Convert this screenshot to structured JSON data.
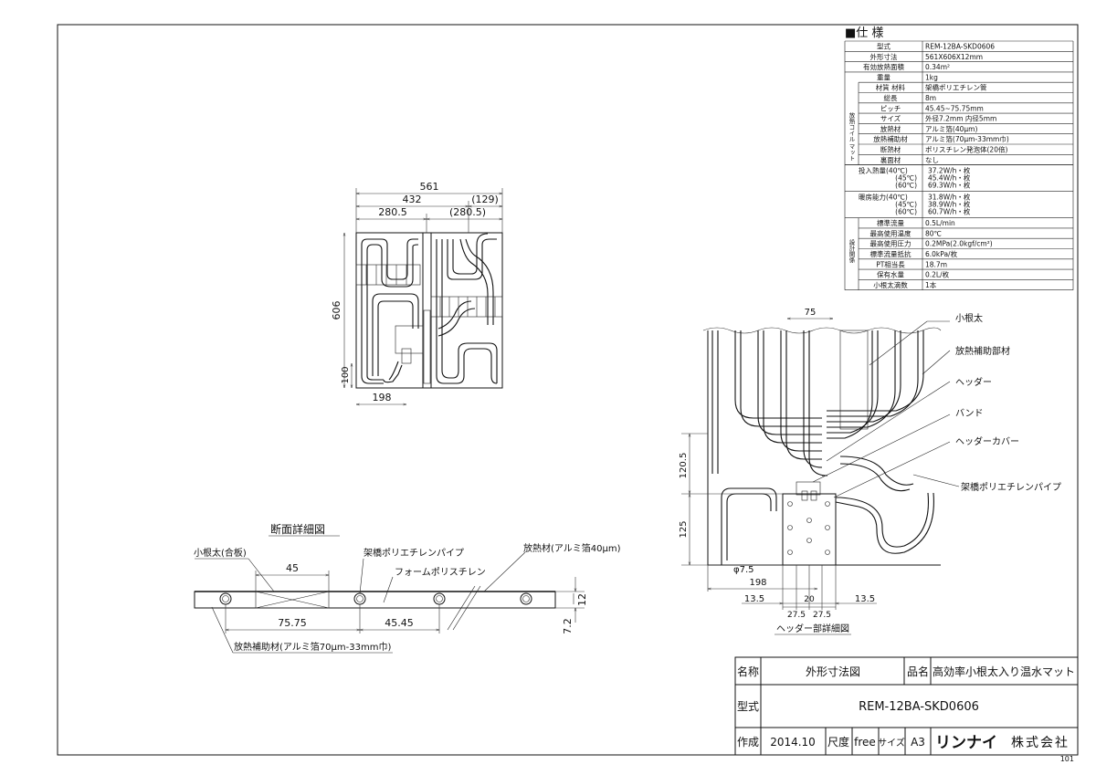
{
  "spec": {
    "heading": "■仕 様",
    "rows": [
      {
        "label": "型式",
        "value": "REM-12BA-SKD0606"
      },
      {
        "label": "外形寸法",
        "value": "561X606X12mm"
      },
      {
        "label": "有効放熱面積",
        "value": "0.34m²"
      },
      {
        "label": "重量",
        "value": "1kg"
      },
      {
        "label": "材質 材料",
        "value": "架橋ポリエチレン管"
      },
      {
        "label": "総長",
        "value": "8m"
      },
      {
        "label": "ピッチ",
        "value": "45.45~75.75mm"
      },
      {
        "label": "サイズ",
        "value": "外径7.2mm 内径5mm"
      },
      {
        "label": "放熱材",
        "value": "アルミ箔(40μm)"
      },
      {
        "label": "放熱補助材",
        "value": "アルミ箔(70μm-33mm巾)"
      },
      {
        "label": "断熱材",
        "value": "ポリスチレン発泡体(20倍)"
      },
      {
        "label": "裏面材",
        "value": "なし"
      }
    ],
    "multi": [
      {
        "label": "投入熱量(40℃)",
        "sub": [
          "(45℃)",
          "(60℃)"
        ],
        "values": [
          "37.2W/h・枚",
          "45.4W/h・枚",
          "69.3W/h・枚"
        ]
      },
      {
        "label": "暖房能力(40℃)",
        "sub": [
          "(45℃)",
          "(60℃)"
        ],
        "values": [
          "31.8W/h・枚",
          "38.9W/h・枚",
          "60.7W/h・枚"
        ]
      }
    ],
    "design_rows": [
      {
        "label": "標準流量",
        "value": "0.5L/min"
      },
      {
        "label": "最高使用温度",
        "value": "80℃"
      },
      {
        "label": "最高使用圧力",
        "value": "0.2MPa(2.0kgf/cm²)"
      },
      {
        "label": "標準流量抵抗",
        "value": "6.0kPa/枚"
      },
      {
        "label": "PT相当長",
        "value": "18.7m"
      },
      {
        "label": "保有水量",
        "value": "0.2L/枚"
      },
      {
        "label": "小根太滴数",
        "value": "1本"
      }
    ],
    "group_coil": "放熱コイル",
    "group_mat": "マット",
    "group_design": "設計関係"
  },
  "plan": {
    "dims": {
      "w_total": "561",
      "w_432": "432",
      "w_129": "(129)",
      "w_left": "280.5",
      "w_right": "(280.5)",
      "h_total": "606",
      "h_100": "100",
      "w_198": "198"
    }
  },
  "header_detail": {
    "title": "ヘッダー部詳細図",
    "labels": {
      "kone": "小根太",
      "hojo": "放熱補助部材",
      "header": "ヘッダー",
      "band": "バンド",
      "cover": "ヘッダーカバー",
      "pipe": "架橋ポリエチレンパイプ"
    },
    "dims": {
      "d75": "75",
      "d1205": "120.5",
      "d125": "125",
      "phi": "φ7.5",
      "d198": "198",
      "d135a": "13.5",
      "d20": "20",
      "d135b": "13.5",
      "d275a": "27.5",
      "d275b": "27.5"
    }
  },
  "section": {
    "title": "断面詳細図",
    "labels": {
      "kone": "小根太(合板)",
      "pipe": "架橋ポリエチレンパイプ",
      "foam": "フォームポリスチレン",
      "alu": "放熱材(アルミ箔40μm)",
      "hojo": "放熱補助材(アルミ箔70μm-33mm巾)"
    },
    "dims": {
      "d45": "45",
      "d7575": "75.75",
      "d4545": "45.45",
      "d12": "12",
      "d72": "7.2"
    }
  },
  "title_block": {
    "name_label": "名称",
    "name_value": "外形寸法図",
    "product_label": "品名",
    "product_value": "高効率小根太入り温水マット",
    "model_label": "型式",
    "model_value": "REM-12BA-SKD0606",
    "made_label": "作成",
    "made_value": "2014.10",
    "scale_label": "尺度",
    "scale_value": "free",
    "size_label": "サイズ",
    "size_value": "A3",
    "company_logo": "リンナイ",
    "company_suffix": "株式会社"
  },
  "sheet_no": "101"
}
